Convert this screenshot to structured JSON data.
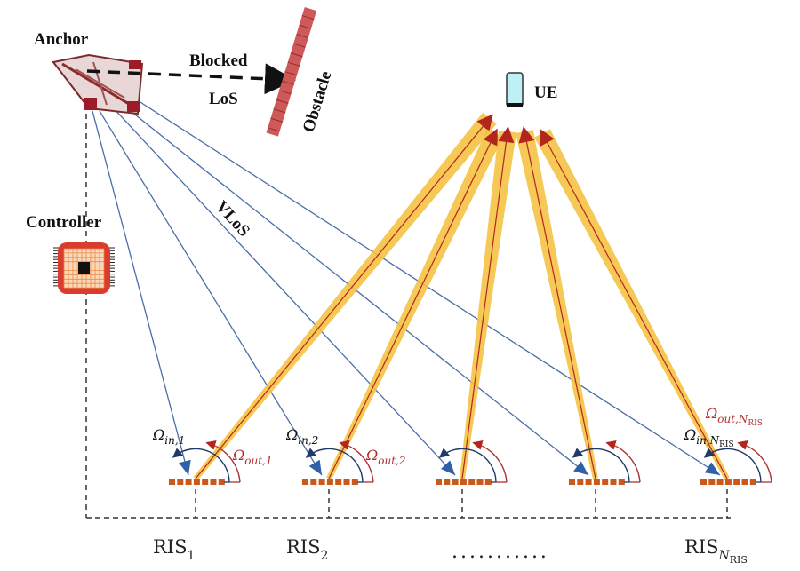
{
  "labels": {
    "anchor": "Anchor",
    "blocked": "Blocked",
    "los": "LoS",
    "obstacle": "Obstacle",
    "ue": "UE",
    "controller": "Controller",
    "vlos": "VLoS",
    "dots": "...........",
    "omega": "Ω"
  },
  "ris": [
    {
      "name": "RIS",
      "sub": "1",
      "in_sub": "in,1",
      "out_sub": "out,1",
      "show_angles": true
    },
    {
      "name": "RIS",
      "sub": "2",
      "in_sub": "in,2",
      "out_sub": "out,2",
      "show_angles": true
    },
    {
      "name": "",
      "sub": "",
      "in_sub": "",
      "out_sub": "",
      "show_angles": false
    },
    {
      "name": "",
      "sub": "",
      "in_sub": "",
      "out_sub": "",
      "show_angles": false
    },
    {
      "name": "RIS",
      "sub": "N",
      "sub2": "RIS",
      "in_sub": "in,N",
      "in_sub2": "RIS",
      "out_sub": "out,N",
      "out_sub2": "RIS",
      "show_angles": true
    }
  ],
  "colors": {
    "beam": "#f5c242",
    "beam_core": "#b3261e",
    "arrow_red": "#b3261e",
    "link_blue": "#4a6ea8",
    "arrow_blue": "#3060a8",
    "ris_tile": "#c85a1e",
    "obstacle": "#c94f4f",
    "out_arc": "#b03030",
    "in_arc": "#1f3a68"
  }
}
